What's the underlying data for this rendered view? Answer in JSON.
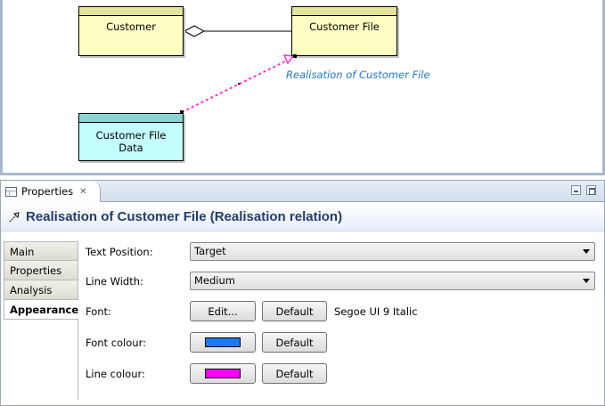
{
  "diagram": {
    "elements": {
      "customer": "Customer",
      "customer_file": "Customer File",
      "customer_file_data": "Customer File\nData"
    },
    "relation_label": "Realisation of Customer File",
    "colors": {
      "application_element": "#ffffc4",
      "data_element": "#c4ffff",
      "relation_line": "#ff33cc",
      "relation_label": "#1e78c8"
    }
  },
  "properties_view": {
    "tab_label": "Properties",
    "tab_icon": "properties-sheet-icon",
    "title": "Realisation of Customer File (Realisation relation)",
    "title_icon": "realisation-relation-icon",
    "nav": [
      {
        "label": "Main"
      },
      {
        "label": "Properties"
      },
      {
        "label": "Analysis"
      },
      {
        "label": "Appearance",
        "active": true
      }
    ],
    "form": {
      "text_position": {
        "label": "Text Position:",
        "value": "Target"
      },
      "line_width": {
        "label": "Line Width:",
        "value": "Medium"
      },
      "font": {
        "label": "Font:",
        "edit_button": "Edit...",
        "default_button": "Default",
        "description": "Segoe UI 9  Italic"
      },
      "font_colour": {
        "label": "Font colour:",
        "swatch_color": "#1e78f0",
        "default_button": "Default"
      },
      "line_colour": {
        "label": "Line colour:",
        "swatch_color": "#ff00ff",
        "default_button": "Default"
      }
    }
  }
}
